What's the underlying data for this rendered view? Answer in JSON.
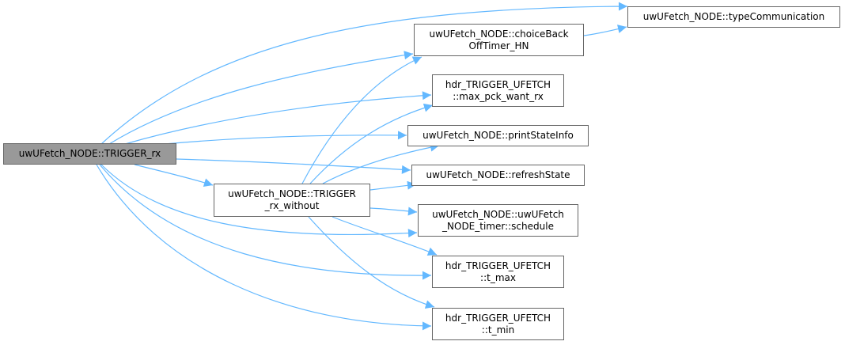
{
  "diagram": {
    "type": "call-graph",
    "edge_color": "#63b8ff",
    "root_fill": "#999999",
    "node_border": "#666666",
    "nodes": [
      {
        "id": "trigger_rx",
        "label": "uwUFetch_NODE::TRIGGER_rx",
        "root": true
      },
      {
        "id": "trigger_rx_without",
        "label": "uwUFetch_NODE::TRIGGER\n_rx_without"
      },
      {
        "id": "choice_backoff",
        "label": "uwUFetch_NODE::choiceBack\nOffTimer_HN"
      },
      {
        "id": "type_comm",
        "label": "uwUFetch_NODE::typeCommunication"
      },
      {
        "id": "max_pck",
        "label": "hdr_TRIGGER_UFETCH\n::max_pck_want_rx"
      },
      {
        "id": "print_state",
        "label": "uwUFetch_NODE::printStateInfo"
      },
      {
        "id": "refresh_state",
        "label": "uwUFetch_NODE::refreshState"
      },
      {
        "id": "schedule",
        "label": "uwUFetch_NODE::uwUFetch\n_NODE_timer::schedule"
      },
      {
        "id": "t_max",
        "label": "hdr_TRIGGER_UFETCH\n::t_max"
      },
      {
        "id": "t_min",
        "label": "hdr_TRIGGER_UFETCH\n::t_min"
      }
    ],
    "edges": [
      [
        "trigger_rx",
        "type_comm"
      ],
      [
        "trigger_rx",
        "choice_backoff"
      ],
      [
        "trigger_rx",
        "max_pck"
      ],
      [
        "trigger_rx",
        "print_state"
      ],
      [
        "trigger_rx",
        "refresh_state"
      ],
      [
        "trigger_rx",
        "trigger_rx_without"
      ],
      [
        "trigger_rx",
        "schedule"
      ],
      [
        "trigger_rx",
        "t_max"
      ],
      [
        "trigger_rx",
        "t_min"
      ],
      [
        "choice_backoff",
        "type_comm"
      ],
      [
        "trigger_rx_without",
        "choice_backoff"
      ],
      [
        "trigger_rx_without",
        "max_pck"
      ],
      [
        "trigger_rx_without",
        "print_state"
      ],
      [
        "trigger_rx_without",
        "refresh_state"
      ],
      [
        "trigger_rx_without",
        "schedule"
      ],
      [
        "trigger_rx_without",
        "t_max"
      ],
      [
        "trigger_rx_without",
        "t_min"
      ]
    ]
  }
}
